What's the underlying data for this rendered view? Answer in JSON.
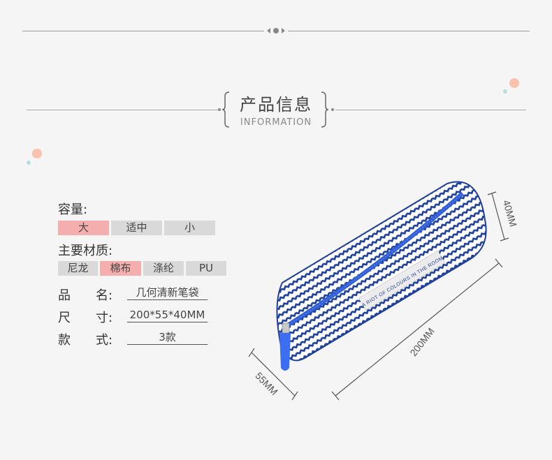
{
  "section_title": {
    "cn": "产品信息",
    "en": "INFORMATION"
  },
  "capacity": {
    "label": "容量:",
    "options": [
      "大",
      "适中",
      "小"
    ],
    "selected": "大"
  },
  "material": {
    "label": "主要材质:",
    "options": [
      "尼龙",
      "棉布",
      "涤纶",
      "PU"
    ],
    "selected": "棉布"
  },
  "specs": [
    {
      "label": "品　　名:",
      "value": "几何清新笔袋"
    },
    {
      "label": "尺　　寸:",
      "value": "200*55*40MM"
    },
    {
      "label": "款　　式:",
      "value": "3款"
    }
  ],
  "product_image": {
    "print_text": "A RIOT OF COLOURS IN THE ROOM",
    "pattern_color": "#1e3f9a",
    "zipper_color": "#2f5ed8"
  },
  "dimensions": {
    "height": "40MM",
    "length": "200MM",
    "width": "55MM"
  },
  "colors": {
    "selected_option": "#f4aeae",
    "option": "#d9d9d9",
    "background": "#f5f5f5"
  }
}
